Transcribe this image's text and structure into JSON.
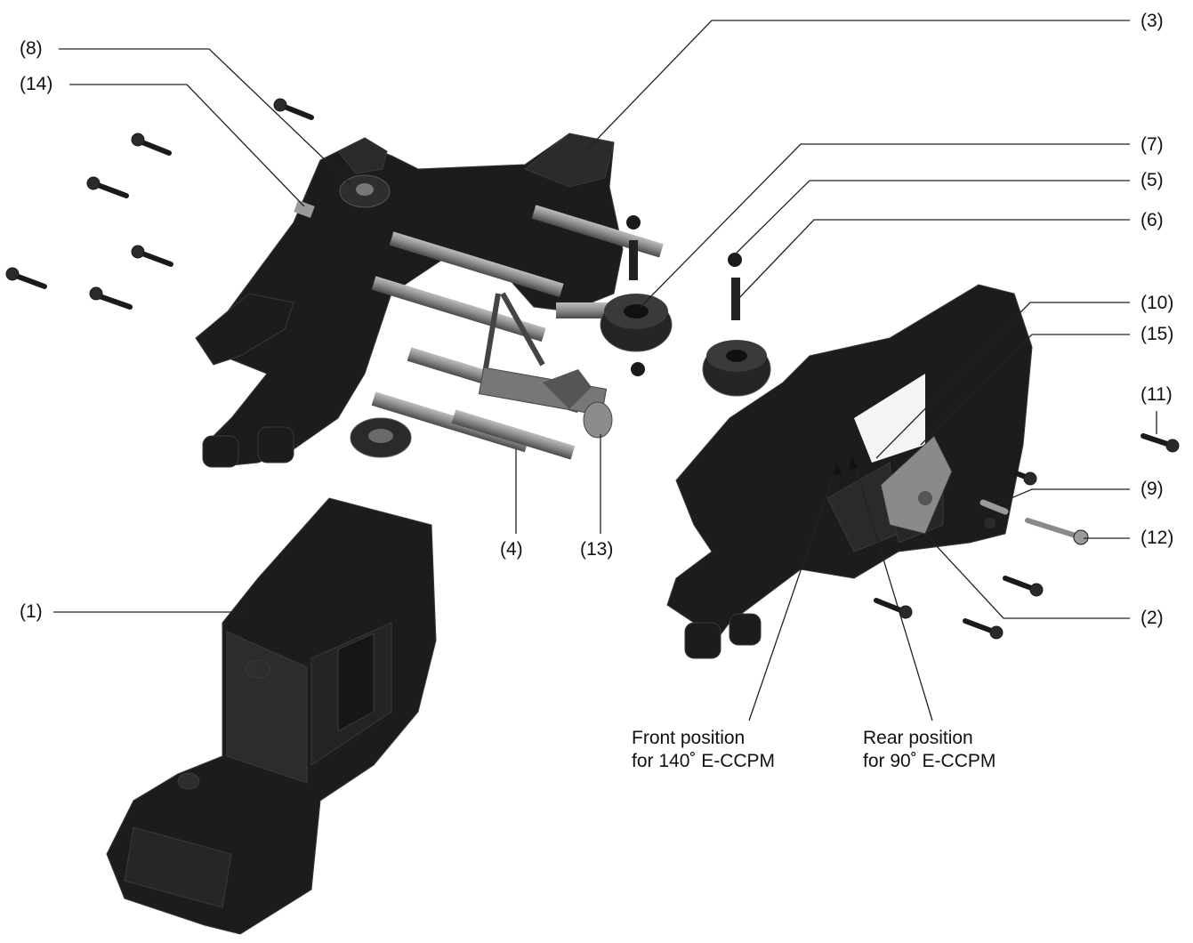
{
  "callouts": {
    "c1": "(1)",
    "c2": "(2)",
    "c3": "(3)",
    "c4": "(4)",
    "c5": "(5)",
    "c6": "(6)",
    "c7": "(7)",
    "c8": "(8)",
    "c9": "(9)",
    "c10": "(10)",
    "c11": "(11)",
    "c12": "(12)",
    "c13": "(13)",
    "c14": "(14)",
    "c15": "(15)"
  },
  "notes": {
    "front_line1": "Front position",
    "front_line2": "for 140˚  E-CCPM",
    "rear_line1": "Rear position",
    "rear_line2": "for 90˚  E-CCPM"
  },
  "colors": {
    "part_dark": "#1c1c1c",
    "part_mid": "#333333",
    "rod_grey": "#8a8a8a",
    "leader_line": "#222222"
  }
}
